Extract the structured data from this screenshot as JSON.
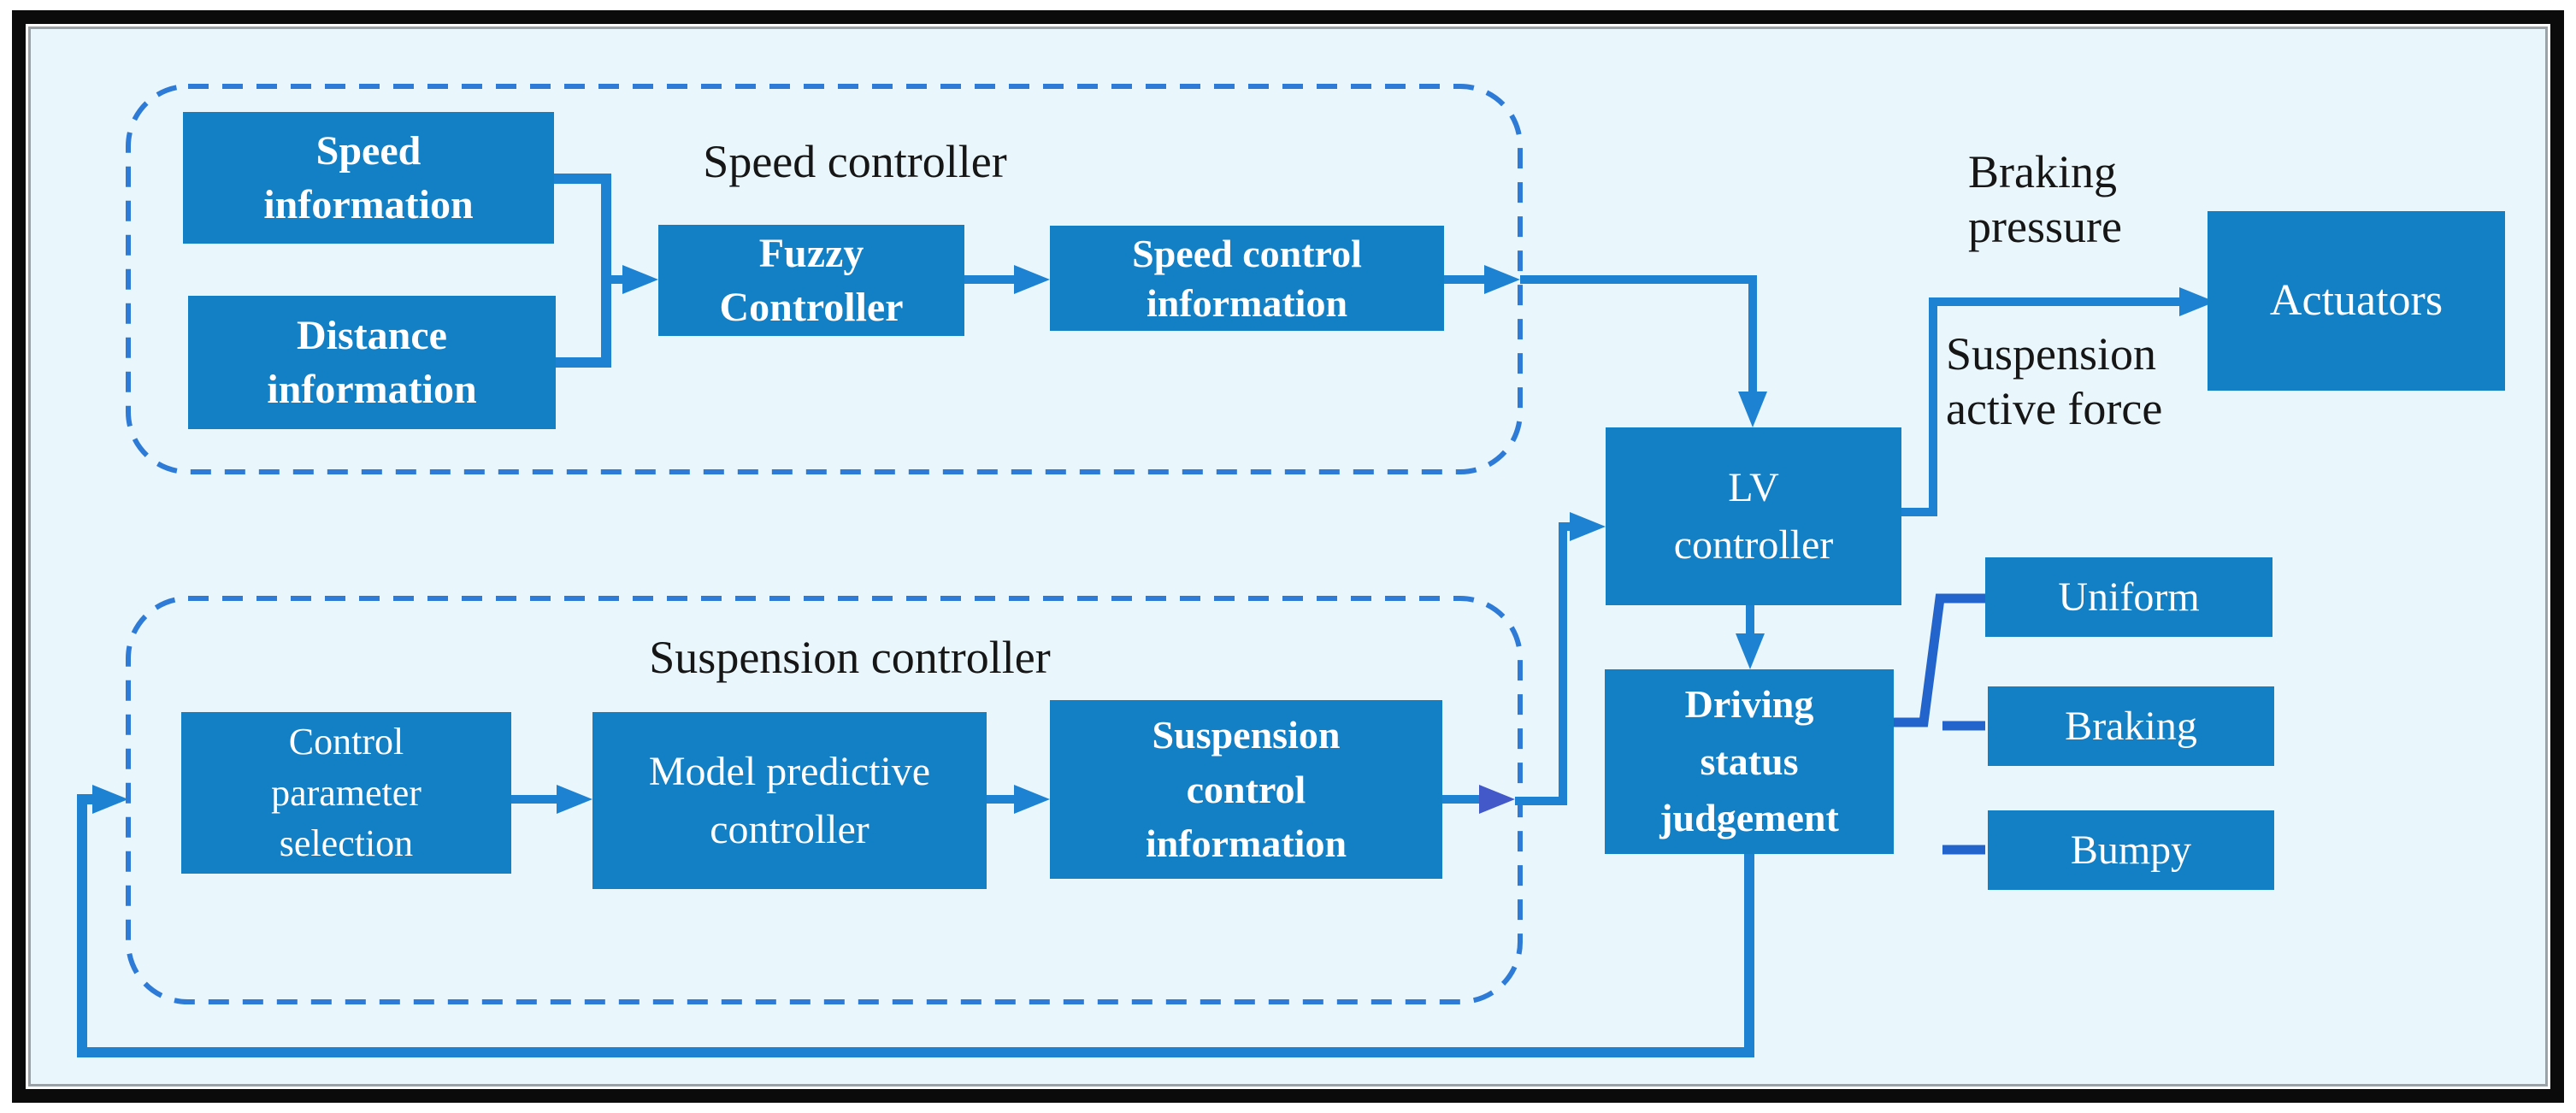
{
  "colors": {
    "background": "#e9f6fc",
    "frame": "#0b0b0b",
    "box_fill": "#137fc4",
    "box_text": "#ffffff",
    "connector": "#1e82d2",
    "selector": "#2264cb",
    "suspension_arrowhead": "#4459c9",
    "dashed_border": "#2d7bd6",
    "label_text": "#161616"
  },
  "groups": {
    "speed": {
      "label": "Speed controller"
    },
    "suspension": {
      "label": "Suspension controller"
    }
  },
  "nodes": {
    "speed_information": {
      "label": "Speed\ninformation"
    },
    "distance_information": {
      "label": "Distance\ninformation"
    },
    "fuzzy_controller": {
      "label": "Fuzzy\nController"
    },
    "speed_control_information": {
      "label": "Speed control\ninformation"
    },
    "control_parameter_selection": {
      "label": "Control\nparameter\nselection"
    },
    "model_predictive_controller": {
      "label": "Model predictive\ncontroller"
    },
    "suspension_control_information": {
      "label": "Suspension\ncontrol\ninformation"
    },
    "lv_controller": {
      "label": "LV\ncontroller"
    },
    "actuators": {
      "label": "Actuators"
    },
    "driving_status_judgement": {
      "label": "Driving\nstatus\njudgement"
    },
    "uniform": {
      "label": "Uniform"
    },
    "braking": {
      "label": "Braking"
    },
    "bumpy": {
      "label": "Bumpy"
    }
  },
  "edge_labels": {
    "braking_pressure": {
      "label": "Braking\npressure"
    },
    "suspension_active_force": {
      "label": "Suspension\nactive force"
    }
  }
}
